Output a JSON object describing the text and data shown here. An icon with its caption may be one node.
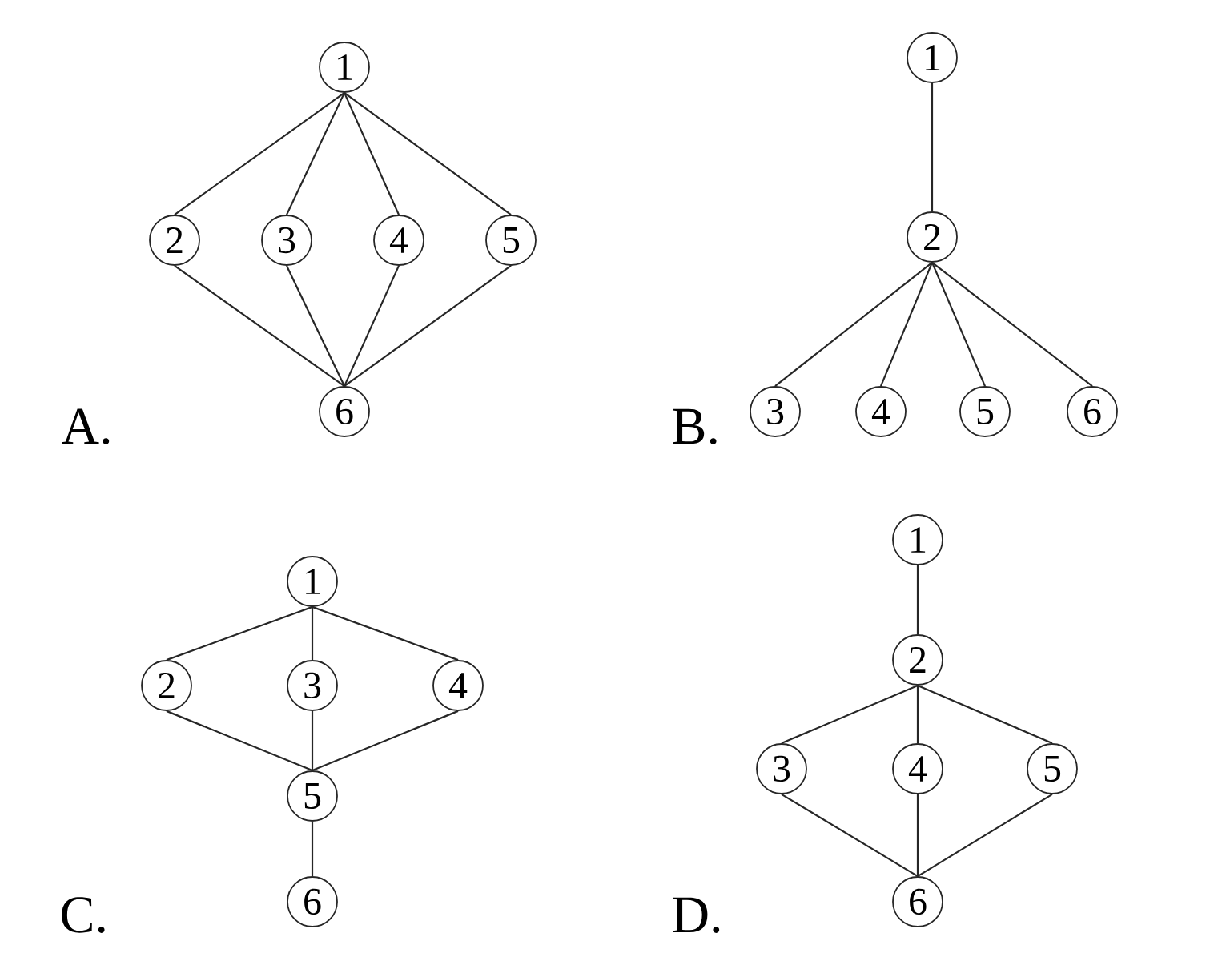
{
  "diagram": {
    "nodes": [
      {
        "text": [
          "1"
        ]
      },
      {
        "text": [
          "2"
        ]
      },
      {
        "text": [
          "3"
        ]
      },
      {
        "text": [
          "4"
        ]
      },
      {
        "text": [
          "5"
        ]
      },
      {
        "text": [
          "6"
        ]
      },
      {
        "text": [
          "1"
        ]
      },
      {
        "text": [
          "2"
        ]
      },
      {
        "text": [
          "3"
        ]
      },
      {
        "text": [
          "4"
        ]
      },
      {
        "text": [
          "5"
        ]
      },
      {
        "text": [
          "6"
        ]
      },
      {
        "text": [
          "1"
        ]
      },
      {
        "text": [
          "2"
        ]
      },
      {
        "text": [
          "3"
        ]
      },
      {
        "text": [
          "4"
        ]
      },
      {
        "text": [
          "5"
        ]
      },
      {
        "text": [
          "6"
        ]
      },
      {
        "text": [
          "1"
        ]
      },
      {
        "text": [
          "2"
        ]
      },
      {
        "text": [
          "3"
        ]
      },
      {
        "text": [
          "4"
        ]
      },
      {
        "text": [
          "5"
        ]
      },
      {
        "text": [
          "6"
        ]
      }
    ],
    "edges": [
      {
        "from": 0,
        "to": 1,
        "arrow": "none"
      },
      {
        "from": 0,
        "to": 2,
        "arrow": "none"
      },
      {
        "from": 0,
        "to": 3,
        "arrow": "none"
      },
      {
        "from": 0,
        "to": 4,
        "arrow": "none"
      },
      {
        "from": 1,
        "to": 5,
        "arrow": "none"
      },
      {
        "from": 2,
        "to": 5,
        "arrow": "none"
      },
      {
        "from": 3,
        "to": 5,
        "arrow": "none"
      },
      {
        "from": 4,
        "to": 5,
        "arrow": "none"
      },
      {
        "from": 6,
        "to": 7,
        "arrow": "none"
      },
      {
        "from": 7,
        "to": 8,
        "arrow": "none"
      },
      {
        "from": 7,
        "to": 9,
        "arrow": "none"
      },
      {
        "from": 7,
        "to": 10,
        "arrow": "none"
      },
      {
        "from": 7,
        "to": 11,
        "arrow": "none"
      },
      {
        "from": 12,
        "to": 13,
        "arrow": "none"
      },
      {
        "from": 12,
        "to": 14,
        "arrow": "none"
      },
      {
        "from": 12,
        "to": 15,
        "arrow": "none"
      },
      {
        "from": 13,
        "to": 16,
        "arrow": "none"
      },
      {
        "from": 14,
        "to": 16,
        "arrow": "none"
      },
      {
        "from": 15,
        "to": 16,
        "arrow": "none"
      },
      {
        "from": 16,
        "to": 17,
        "arrow": "none"
      },
      {
        "from": 18,
        "to": 19,
        "arrow": "none"
      },
      {
        "from": 19,
        "to": 20,
        "arrow": "none"
      },
      {
        "from": 19,
        "to": 21,
        "arrow": "none"
      },
      {
        "from": 19,
        "to": 22,
        "arrow": "none"
      },
      {
        "from": 20,
        "to": 23,
        "arrow": "none"
      },
      {
        "from": 21,
        "to": 23,
        "arrow": "none"
      },
      {
        "from": 22,
        "to": 23,
        "arrow": "none"
      }
    ],
    "labels": [
      "A.",
      "B.",
      "C.",
      "D."
    ]
  }
}
